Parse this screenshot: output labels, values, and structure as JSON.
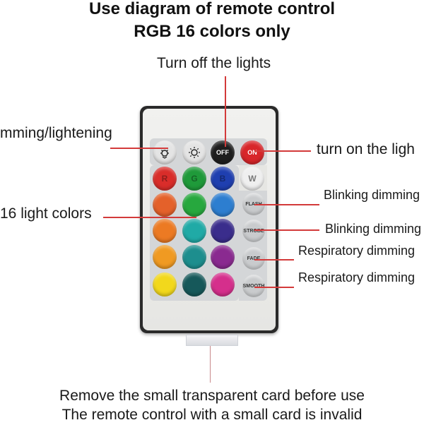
{
  "title": {
    "line1": "Use diagram of remote control",
    "line2": "RGB 16 colors only"
  },
  "annotations": {
    "turn_off": "Turn off the lights",
    "dimming": "mming/lightening",
    "turn_on": "turn on the ligh",
    "sixteen_colors": "16 light colors",
    "flash": "Blinking dimming",
    "strobe": "Blinking dimming",
    "fade": "Respiratory dimming",
    "smooth": "Respiratory dimming"
  },
  "remote": {
    "top_row": [
      {
        "label": "",
        "icon": "dim-down-icon",
        "color": "#e4e4e4"
      },
      {
        "label": "",
        "icon": "brighten-icon",
        "color": "#e4e4e4"
      },
      {
        "label": "OFF",
        "icon": "",
        "color": "#1e1e1e"
      },
      {
        "label": "ON",
        "icon": "",
        "color": "#d8262a"
      }
    ],
    "color_rows": [
      [
        {
          "label": "R",
          "color": "#d92d2a"
        },
        {
          "label": "G",
          "color": "#1f9a3a"
        },
        {
          "label": "B",
          "color": "#1f3fb0"
        },
        {
          "label": "W",
          "color": "#efefef"
        }
      ],
      [
        {
          "label": "",
          "color": "#e4612a"
        },
        {
          "label": "",
          "color": "#27a83e"
        },
        {
          "label": "",
          "color": "#2d7ed0"
        }
      ],
      [
        {
          "label": "",
          "color": "#ec7a23"
        },
        {
          "label": "",
          "color": "#20aaa6"
        },
        {
          "label": "",
          "color": "#3a2d8c"
        }
      ],
      [
        {
          "label": "",
          "color": "#f09a22"
        },
        {
          "label": "",
          "color": "#1d8e8e"
        },
        {
          "label": "",
          "color": "#8a2a90"
        }
      ],
      [
        {
          "label": "",
          "color": "#f2d81c"
        },
        {
          "label": "",
          "color": "#16585a"
        },
        {
          "label": "",
          "color": "#d52f8c"
        }
      ]
    ],
    "function_buttons": [
      "FLASH",
      "STROBE",
      "FADE",
      "SMOOTH"
    ]
  },
  "bottom": {
    "line1": "Remove the small transparent card before use",
    "line2": "The remote control with a small card is invalid"
  },
  "accent_line_color": "#d33a3a"
}
